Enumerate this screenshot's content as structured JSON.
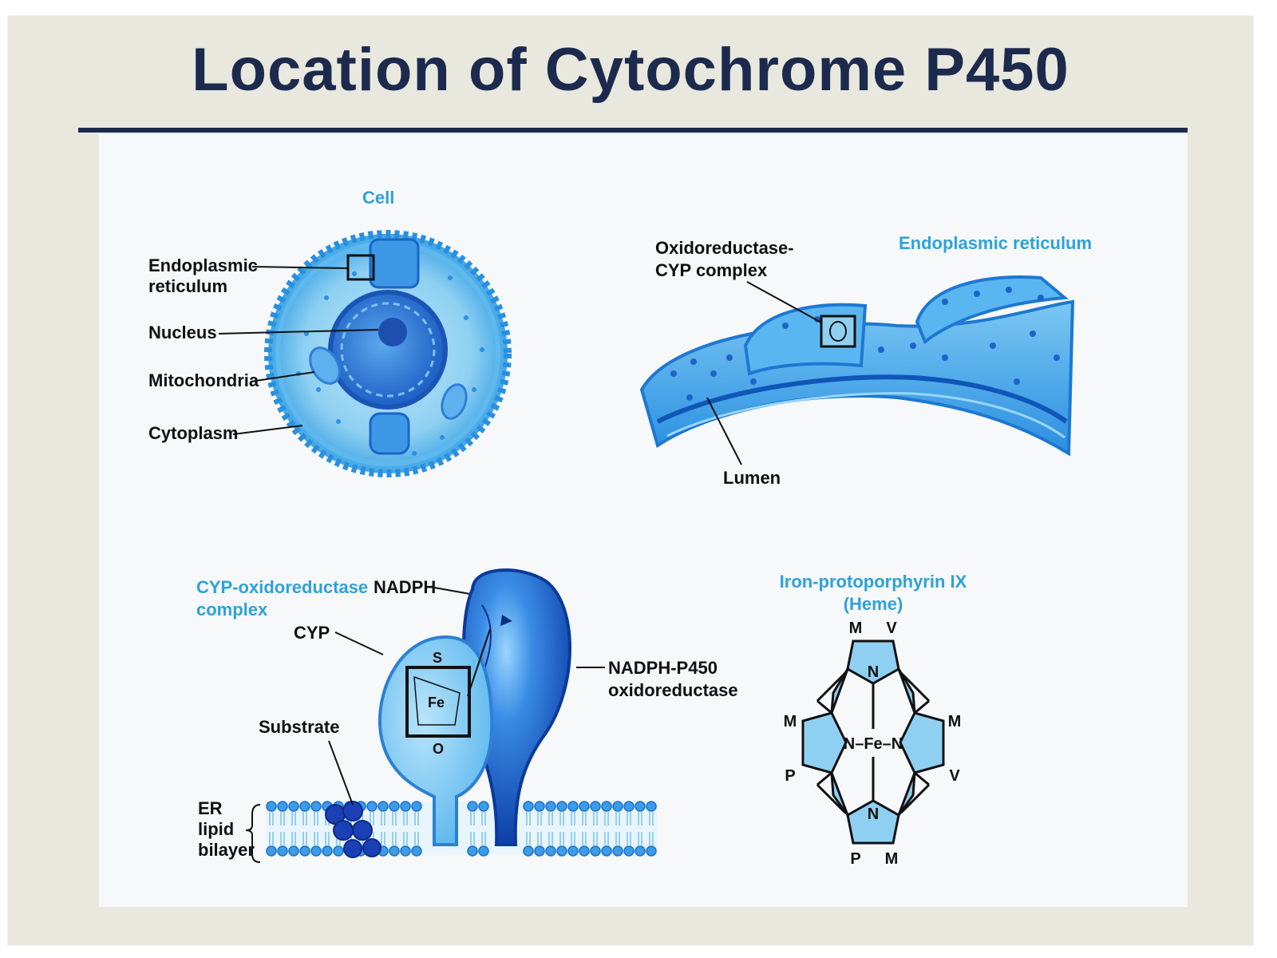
{
  "slide": {
    "title": "Location of Cytochrome P450"
  },
  "cell_panel": {
    "caption": "Cell",
    "labels": {
      "er_line1": "Endoplasmic",
      "er_line2": "reticulum",
      "nucleus": "Nucleus",
      "mitochondria": "Mitochondria",
      "cytoplasm": "Cytoplasm"
    }
  },
  "er_panel": {
    "caption": "Endoplasmic reticulum",
    "complex_line1": "Oxidoreductase-",
    "complex_line2": "CYP complex",
    "lumen": "Lumen"
  },
  "complex_panel": {
    "caption_line1": "CYP-oxidoreductase",
    "caption_line2": "complex",
    "nadph": "NADPH",
    "cyp": "CYP",
    "reductase_line1": "NADPH-P450",
    "reductase_line2": "oxidoreductase",
    "substrate": "Substrate",
    "bilayer_line1": "ER",
    "bilayer_line2": "lipid",
    "bilayer_line3": "bilayer",
    "fe": "Fe",
    "s": "S",
    "o": "O"
  },
  "heme_panel": {
    "caption_line1": "Iron-protoporphyrin IX",
    "caption_line2": "(Heme)",
    "top_left": "M",
    "top_right": "V",
    "left_upper": "M",
    "left_lower": "P",
    "right_upper": "M",
    "right_lower": "V",
    "bottom_left": "P",
    "bottom_right": "M",
    "fe_center": "N–Fe–N",
    "n_top": "N",
    "n_bottom": "N"
  },
  "colors": {
    "title": "#1c2a4d",
    "caption_blue": "#2fa1d8",
    "cell_light": "#8fd0f2",
    "cell_mid": "#3ea5e6",
    "cell_dark": "#1d6fcd",
    "reductase": "#1f64d3"
  }
}
